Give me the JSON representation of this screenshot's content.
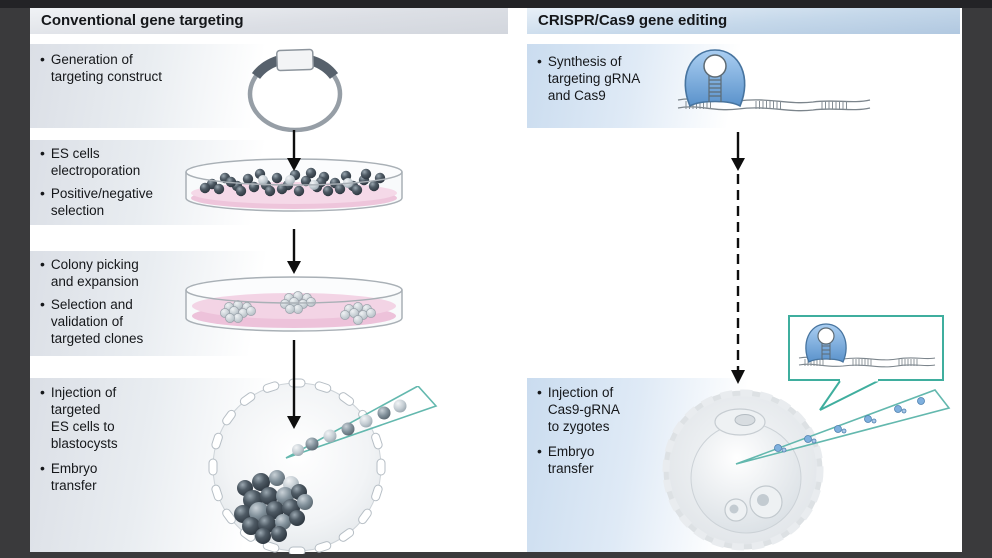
{
  "left_panel": {
    "title": "Conventional gene targeting",
    "step1": {
      "b1": "Generation of\ntargeting construct"
    },
    "step2": {
      "b1": "ES cells\nelectroporation",
      "b2": "Positive/negative\nselection"
    },
    "step3": {
      "b1": "Colony picking\nand expansion",
      "b2": "Selection and\nvalidation of\ntargeted clones"
    },
    "step4": {
      "b1": "Injection of\ntargeted\nES cells to\nblastocysts",
      "b2": "Embryo\ntransfer"
    }
  },
  "right_panel": {
    "title": "CRISPR/Cas9 gene editing",
    "step1": {
      "b1": "Synthesis of\ntargeting gRNA\nand Cas9"
    },
    "step2": {
      "b1": "Injection of\nCas9-gRNA\nto zygotes",
      "b2": "Embryo\ntransfer"
    }
  },
  "illustrations": {
    "plasmid": "targeting-construct-plasmid",
    "dish_es_cells": "petri-dish-electroporated-es-cells",
    "dish_colonies": "petri-dish-picked-colonies",
    "blastocyst": "blastocyst-with-injection-pipette",
    "cas9_complex": "cas9-grna-on-dna",
    "inset": "cas9-grna-inset-callout",
    "zygote": "zygote-with-injection-pipette"
  },
  "colors": {
    "frame": "#3a3a3c",
    "left_box": "#dbdfe6",
    "right_box": "#cadcef",
    "header_left": "#d2d6dd",
    "header_right": "#b1c8e0",
    "teal_accent": "#3fae9e",
    "media_pink": "#f3d4e5",
    "cas9_blue": "#5f96cd",
    "arrow": "#0e0e0e"
  }
}
